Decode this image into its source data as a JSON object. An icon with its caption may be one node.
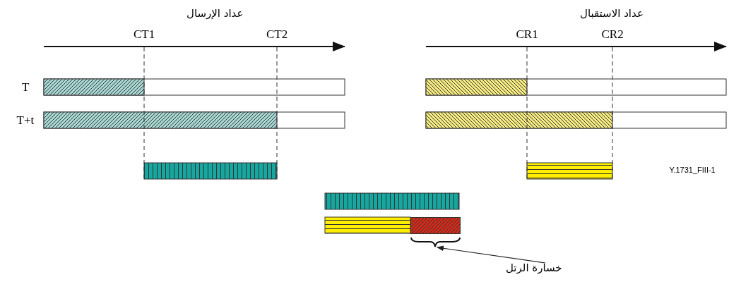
{
  "diagram": {
    "nodes": [
      {
        "text": [
          "خسارة الرتل"
        ]
      },
      {
        "text": [],
        "shape": "bar"
      }
    ],
    "edges": [
      {
        "from": 0,
        "to": 1,
        "arrow": "to"
      }
    ],
    "labels": [
      "عداد الإرسال",
      "عداد الاستقبال",
      "CT1",
      "CT2",
      "CR1",
      "CR2",
      "T",
      "T+t",
      "Y.1731_FIII-1"
    ]
  }
}
